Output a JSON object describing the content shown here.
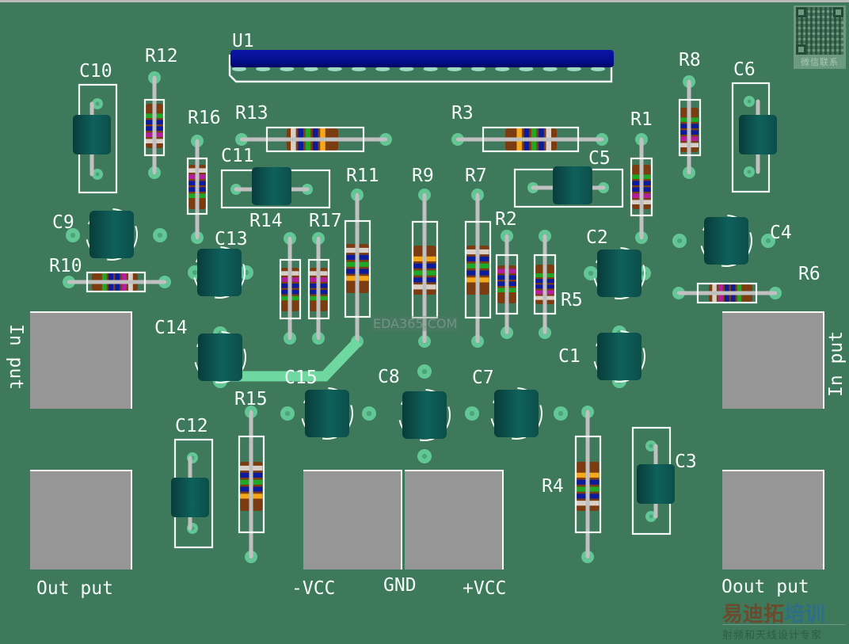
{
  "board": {
    "title": "PCB 3D view",
    "colors": {
      "board": "#3e795b",
      "silkscreen": "#f4fbf7",
      "pad": "#62c795",
      "trace": "#6fd8a0",
      "capacitor": "#0e5a55",
      "lead": "#c0c0c0",
      "terminal_pad": "#969696",
      "ic_body": "#020a8c",
      "resistor_body": "#8a4a18"
    },
    "band_colors": {
      "brown": "#7a3c10",
      "orange": "#f4a81c",
      "blue": "#0c1a9c",
      "green": "#1fa826",
      "violet": "#b21e9c",
      "white": "#d8d0c8",
      "gold": "#f4a81c"
    }
  },
  "ic": {
    "ref": "U1",
    "pin_count": 16
  },
  "resistors": [
    {
      "ref": "R12",
      "orientation": "vertical",
      "bands": [
        "brown",
        "green",
        "blue",
        "blue",
        "violet",
        "white"
      ]
    },
    {
      "ref": "R16",
      "orientation": "vertical",
      "bands": [
        "white",
        "violet",
        "blue",
        "blue",
        "green",
        "brown"
      ]
    },
    {
      "ref": "R13",
      "orientation": "horizontal",
      "bands": [
        "white",
        "blue",
        "green",
        "blue",
        "orange",
        "brown"
      ]
    },
    {
      "ref": "R3",
      "orientation": "horizontal",
      "bands": [
        "brown",
        "orange",
        "blue",
        "green",
        "blue",
        "white"
      ]
    },
    {
      "ref": "R1",
      "orientation": "vertical",
      "bands": [
        "brown",
        "green",
        "blue",
        "blue",
        "violet",
        "white"
      ]
    },
    {
      "ref": "R8",
      "orientation": "vertical",
      "bands": [
        "brown",
        "green",
        "blue",
        "blue",
        "violet",
        "white"
      ]
    },
    {
      "ref": "R10",
      "orientation": "horizontal",
      "bands": [
        "brown",
        "green",
        "blue",
        "blue",
        "violet",
        "white"
      ]
    },
    {
      "ref": "R14",
      "orientation": "vertical",
      "bands": [
        "white",
        "violet",
        "blue",
        "blue",
        "green",
        "brown"
      ]
    },
    {
      "ref": "R17",
      "orientation": "vertical",
      "bands": [
        "white",
        "violet",
        "blue",
        "blue",
        "green",
        "brown"
      ]
    },
    {
      "ref": "R11",
      "orientation": "vertical",
      "bands": [
        "white",
        "blue",
        "green",
        "blue",
        "orange",
        "brown"
      ]
    },
    {
      "ref": "R9",
      "orientation": "vertical",
      "bands": [
        "brown",
        "orange",
        "blue",
        "green",
        "blue",
        "white"
      ]
    },
    {
      "ref": "R7",
      "orientation": "vertical",
      "bands": [
        "white",
        "blue",
        "green",
        "blue",
        "orange",
        "brown"
      ]
    },
    {
      "ref": "R2",
      "orientation": "vertical",
      "bands": [
        "violet",
        "blue",
        "blue",
        "green",
        "brown"
      ]
    },
    {
      "ref": "R5",
      "orientation": "vertical",
      "bands": [
        "brown",
        "green",
        "blue",
        "blue",
        "violet",
        "white"
      ]
    },
    {
      "ref": "R6",
      "orientation": "horizontal",
      "bands": [
        "white",
        "violet",
        "blue",
        "blue",
        "green",
        "brown"
      ]
    },
    {
      "ref": "R15",
      "orientation": "vertical",
      "bands": [
        "white",
        "blue",
        "green",
        "blue",
        "orange",
        "brown"
      ]
    },
    {
      "ref": "R4",
      "orientation": "vertical",
      "bands": [
        "brown",
        "orange",
        "blue",
        "green",
        "blue",
        "white"
      ]
    }
  ],
  "axial_capacitors": [
    {
      "ref": "C10",
      "orientation": "vertical"
    },
    {
      "ref": "C11",
      "orientation": "horizontal"
    },
    {
      "ref": "C5",
      "orientation": "horizontal"
    },
    {
      "ref": "C6",
      "orientation": "vertical"
    },
    {
      "ref": "C12",
      "orientation": "vertical"
    },
    {
      "ref": "C3",
      "orientation": "vertical"
    }
  ],
  "radial_capacitors": [
    {
      "ref": "C9"
    },
    {
      "ref": "C13"
    },
    {
      "ref": "C2"
    },
    {
      "ref": "C4"
    },
    {
      "ref": "C14"
    },
    {
      "ref": "C1"
    },
    {
      "ref": "C15"
    },
    {
      "ref": "C8"
    },
    {
      "ref": "C7"
    }
  ],
  "terminals": [
    {
      "id": "input-left",
      "label": "In put"
    },
    {
      "id": "input-right",
      "label": "In put"
    },
    {
      "id": "output-left",
      "label": "Out put"
    },
    {
      "id": "output-right",
      "label": "Oout put"
    },
    {
      "id": "vcc-neg",
      "label": "-VCC"
    },
    {
      "id": "vcc-pos",
      "label": "+VCC"
    }
  ],
  "gnd_label": "GND",
  "watermark": "EDA365.COM",
  "qr": {
    "caption": "微信联系"
  },
  "logo": {
    "main_a": "易迪拓",
    "main_b": "培训",
    "sub": "射频和天线设计专家"
  }
}
